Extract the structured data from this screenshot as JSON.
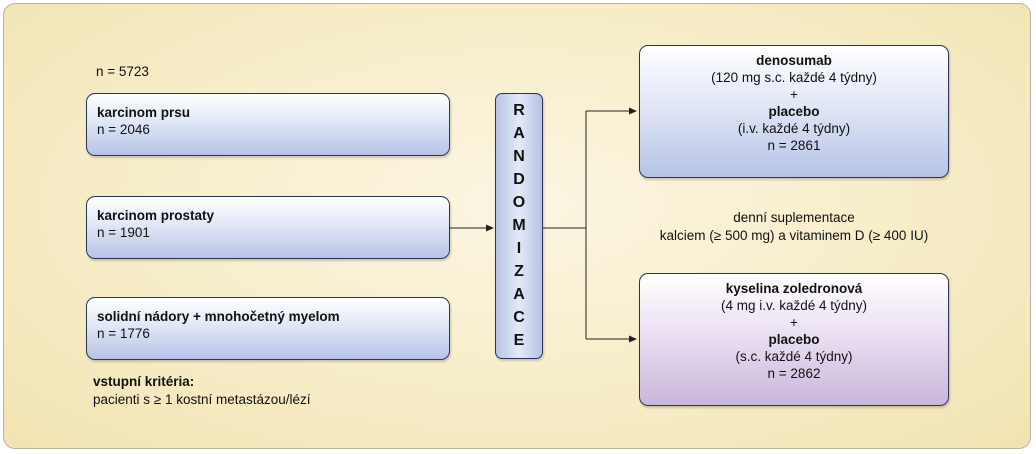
{
  "total": "n = 5723",
  "groups": [
    {
      "label": "karcinom prsu",
      "count": "n = 2046"
    },
    {
      "label": "karcinom prostaty",
      "count": "n = 1901"
    },
    {
      "label": "solidní nádory + mnohočetný myelom",
      "count": "n = 1776"
    }
  ],
  "criteria": {
    "title": "vstupní kritéria:",
    "text": "pacienti s ≥ 1 kostní metastázou/lézí"
  },
  "randomization_letters": [
    "R",
    "A",
    "N",
    "D",
    "O",
    "M",
    "I",
    "Z",
    "A",
    "C",
    "E"
  ],
  "arms": [
    {
      "drug": "denosumab",
      "drug_dose": "(120 mg s.c. každé 4 týdny)",
      "plus": "+",
      "placebo": "placebo",
      "placebo_dose": "(i.v. každé 4 týdny)",
      "count": "n = 2861",
      "color": "#b6c3e6"
    },
    {
      "drug": "kyselina zoledronová",
      "drug_dose": "(4 mg i.v. každé 4 týdny)",
      "plus": "+",
      "placebo": "placebo",
      "placebo_dose": "(s.c. každé 4 týdny)",
      "count": "n = 2862",
      "color": "#c9b6dc"
    }
  ],
  "supplement": {
    "line1": "denní suplementace",
    "line2": "kalciem (≥ 500 mg) a vitaminem D (≥ 400 IU)"
  }
}
